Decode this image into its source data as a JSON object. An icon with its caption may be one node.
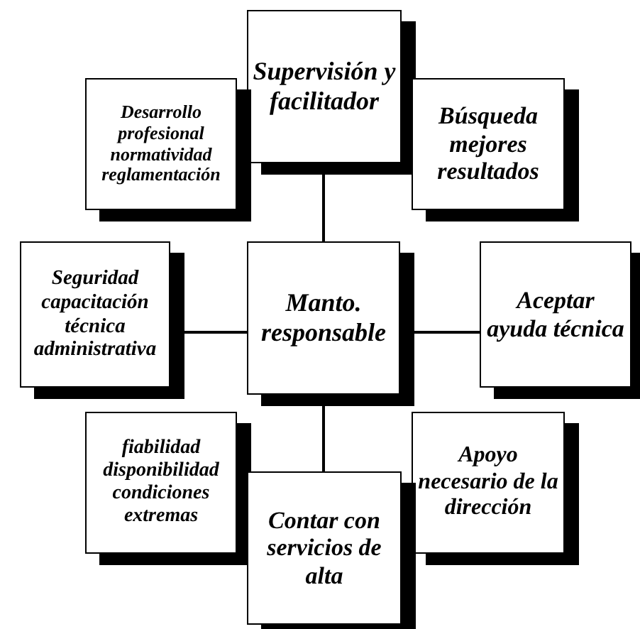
{
  "diagram": {
    "nodes": [
      {
        "text": [
          "Supervisión y facilitador"
        ]
      },
      {
        "text": [
          "Desarrollo profesional normatividad reglamentación"
        ]
      },
      {
        "text": [
          "Búsqueda mejores resultados"
        ]
      },
      {
        "text": [
          "Seguridad capacitación técnica administrativa"
        ]
      },
      {
        "text": [
          "Manto. responsable"
        ]
      },
      {
        "text": [
          "Aceptar ayuda técnica"
        ]
      },
      {
        "text": [
          "fiabilidad disponibilidad condiciones extremas"
        ]
      },
      {
        "text": [
          "Apoyo necesario de la dirección"
        ]
      },
      {
        "text": [
          "Contar con servicios de alta"
        ]
      }
    ],
    "edges": [
      {
        "from": 4,
        "to": 0,
        "arrow": "none"
      },
      {
        "from": 4,
        "to": 3,
        "arrow": "none"
      },
      {
        "from": 4,
        "to": 5,
        "arrow": "none"
      },
      {
        "from": 4,
        "to": 8,
        "arrow": "none"
      }
    ]
  }
}
